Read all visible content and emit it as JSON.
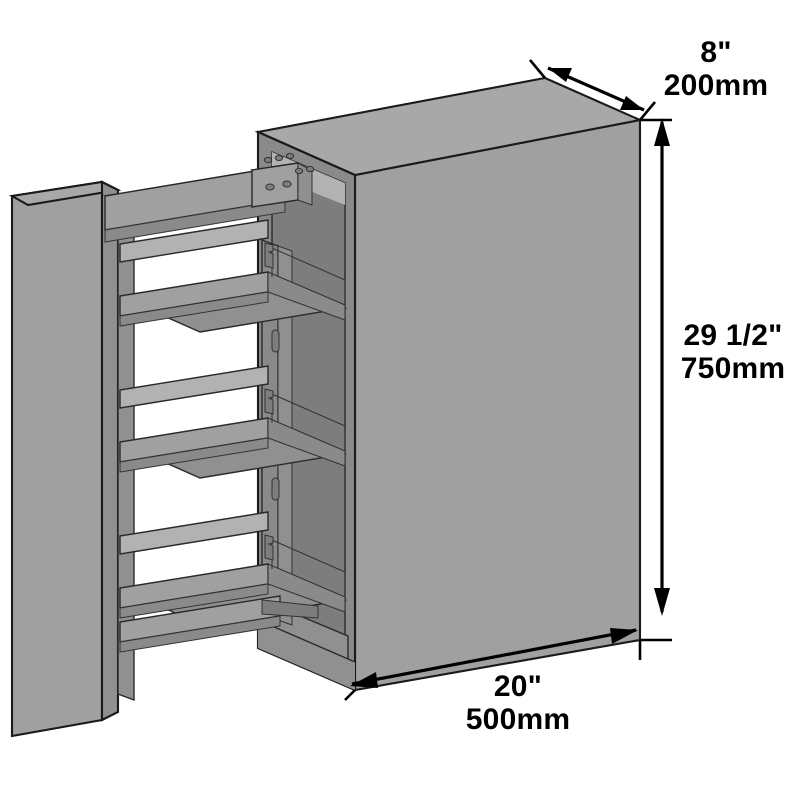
{
  "drawing": {
    "title": "Pull-out pantry cabinet isometric dimension drawing",
    "background_color": "#ffffff",
    "line_color": "#1a1a1a",
    "fill_colors": {
      "front_face": "#a0a0a0",
      "top_face": "#a8a8a8",
      "side_face": "#909090",
      "shadow_face": "#8a8a8a",
      "highlight_face": "#b2b2b2"
    },
    "projection": "isometric"
  },
  "dimensions": {
    "depth": {
      "name": "depth",
      "imperial": "8\"",
      "metric": "200mm",
      "position": "top-right"
    },
    "height": {
      "name": "height",
      "imperial": "29 1/2\"",
      "metric": "750mm",
      "position": "right"
    },
    "width": {
      "name": "width",
      "imperial": "20\"",
      "metric": "500mm",
      "position": "bottom"
    }
  },
  "components": {
    "cabinet_body": "cabinet-carcass",
    "door_panel": "front-door-panel",
    "baskets": [
      {
        "index": 1,
        "label": "wire-basket-top"
      },
      {
        "index": 2,
        "label": "wire-basket-middle"
      },
      {
        "index": 3,
        "label": "wire-basket-bottom"
      }
    ],
    "slide_rail": "full-extension-slide-rail",
    "mounting_bracket": "slide-mounting-bracket"
  }
}
